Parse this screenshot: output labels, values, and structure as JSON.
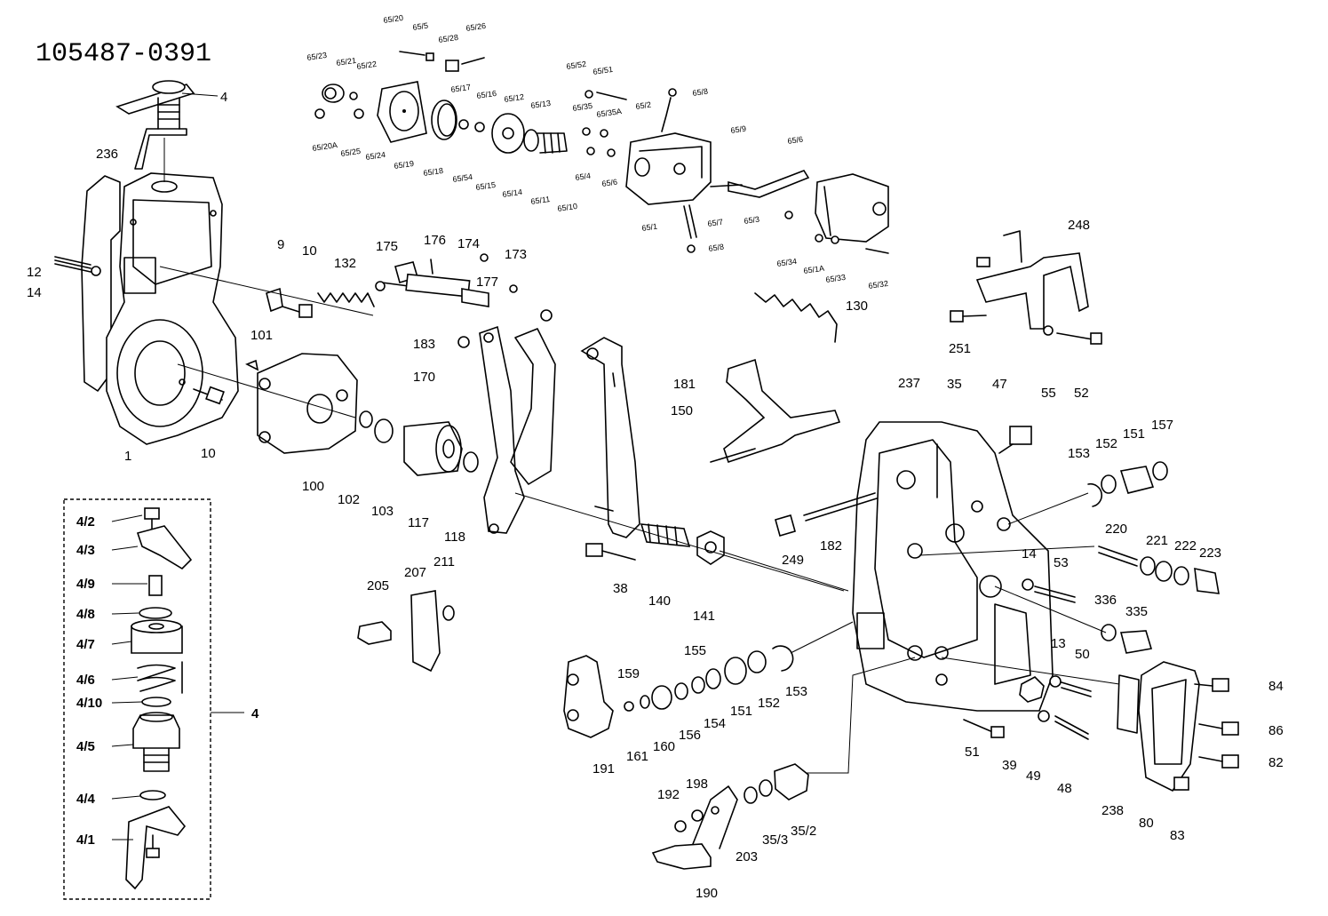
{
  "drawing_number": "105487-0391",
  "labels": {
    "l4_top": "4",
    "l236": "236",
    "l12": "12",
    "l14_left": "14",
    "l1": "1",
    "l10_low": "10",
    "l9": "9",
    "l10": "10",
    "l132": "132",
    "l175": "175",
    "l176": "176",
    "l174": "174",
    "l173": "173",
    "l177": "177",
    "l101": "101",
    "l183": "183",
    "l170": "170",
    "l181": "181",
    "l100": "100",
    "l102": "102",
    "l103": "103",
    "l117": "117",
    "l118": "118",
    "l130": "130",
    "l150": "150",
    "l248": "248",
    "l251": "251",
    "l55": "55",
    "l52": "52",
    "l237": "237",
    "l35": "35",
    "l47": "47",
    "l153_r": "153",
    "l152_r": "152",
    "l151_r": "151",
    "l157": "157",
    "l249": "249",
    "l182": "182",
    "l220": "220",
    "l221": "221",
    "l222": "222",
    "l223": "223",
    "l14_r": "14",
    "l53": "53",
    "l336": "336",
    "l335": "335",
    "l38": "38",
    "l140": "140",
    "l141": "141",
    "l205": "205",
    "l207": "207",
    "l211": "211",
    "l155": "155",
    "l159": "159",
    "l161": "161",
    "l160": "160",
    "l156": "156",
    "l154": "154",
    "l151_c": "151",
    "l152_c": "152",
    "l153_c": "153",
    "l191": "191",
    "l13": "13",
    "l50": "50",
    "l84": "84",
    "l86": "86",
    "l82": "82",
    "l83": "83",
    "l80": "80",
    "l238": "238",
    "l51": "51",
    "l39": "39",
    "l49": "49",
    "l48": "48",
    "l192": "192",
    "l198": "198",
    "l190": "190",
    "l203": "203",
    "l35_3": "35/3",
    "l35_2": "35/2",
    "s65_20": "65/20",
    "s65_5": "65/5",
    "s65_28a": "65/28",
    "s65_26": "65/26",
    "s65_23": "65/23",
    "s65_21": "65/21",
    "s65_22": "65/22",
    "s65_20A": "65/20A",
    "s65_25": "65/25",
    "s65_24": "65/24",
    "s65_19": "65/19",
    "s65_18": "65/18",
    "s65_17": "65/17",
    "s65_16": "65/16",
    "s65_12": "65/12",
    "s65_13": "65/13",
    "s65_54": "65/54",
    "s65_15": "65/15",
    "s65_14": "65/14",
    "s65_11": "65/11",
    "s65_10": "65/10",
    "s65_52": "65/52",
    "s65_51": "65/51",
    "s65_35": "65/35",
    "s65_35A": "65/35A",
    "s65_2": "65/2",
    "s65_8": "65/8",
    "s65_4": "65/4",
    "s65_6a": "65/6",
    "s65_1": "65/1",
    "s65_9": "65/9",
    "s65_6b": "65/6",
    "s65_7": "65/7",
    "s65_8b": "65/8",
    "s65_3": "65/3",
    "s65_34": "65/34",
    "s65_1A": "65/1A",
    "s65_33": "65/33",
    "s65_32": "65/32"
  },
  "inset": {
    "group_label": "4",
    "items": [
      "4/2",
      "4/3",
      "4/9",
      "4/8",
      "4/7",
      "4/6",
      "4/10",
      "4/5",
      "4/4",
      "4/1"
    ]
  }
}
